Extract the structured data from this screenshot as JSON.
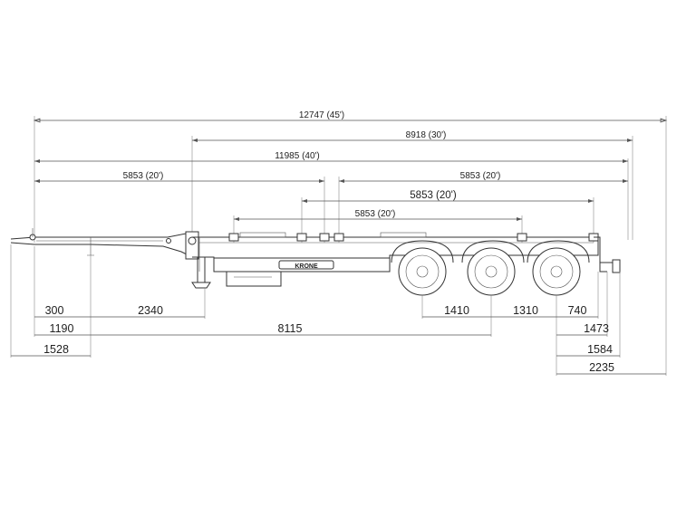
{
  "top_dimensions": {
    "overall": "12747 (45')",
    "d2": "8918 (30')",
    "d3": "11985 (40')",
    "d4_left": "5853 (20')",
    "d4_right": "5853 (20')",
    "d5_right": "5853 (20')",
    "d6_center": "5853 (20')"
  },
  "bottom_dimensions": {
    "d300": "300",
    "d2340": "2340",
    "d1410": "1410",
    "d1310": "1310",
    "d740": "740",
    "d1190": "1190",
    "d8115": "8115",
    "d1473": "1473",
    "d1528": "1528",
    "d1584": "1584",
    "d2235": "2235"
  },
  "brand_plate": "KRONE",
  "colors": {
    "line": "#333333",
    "dimension": "#555555",
    "background": "#ffffff"
  }
}
